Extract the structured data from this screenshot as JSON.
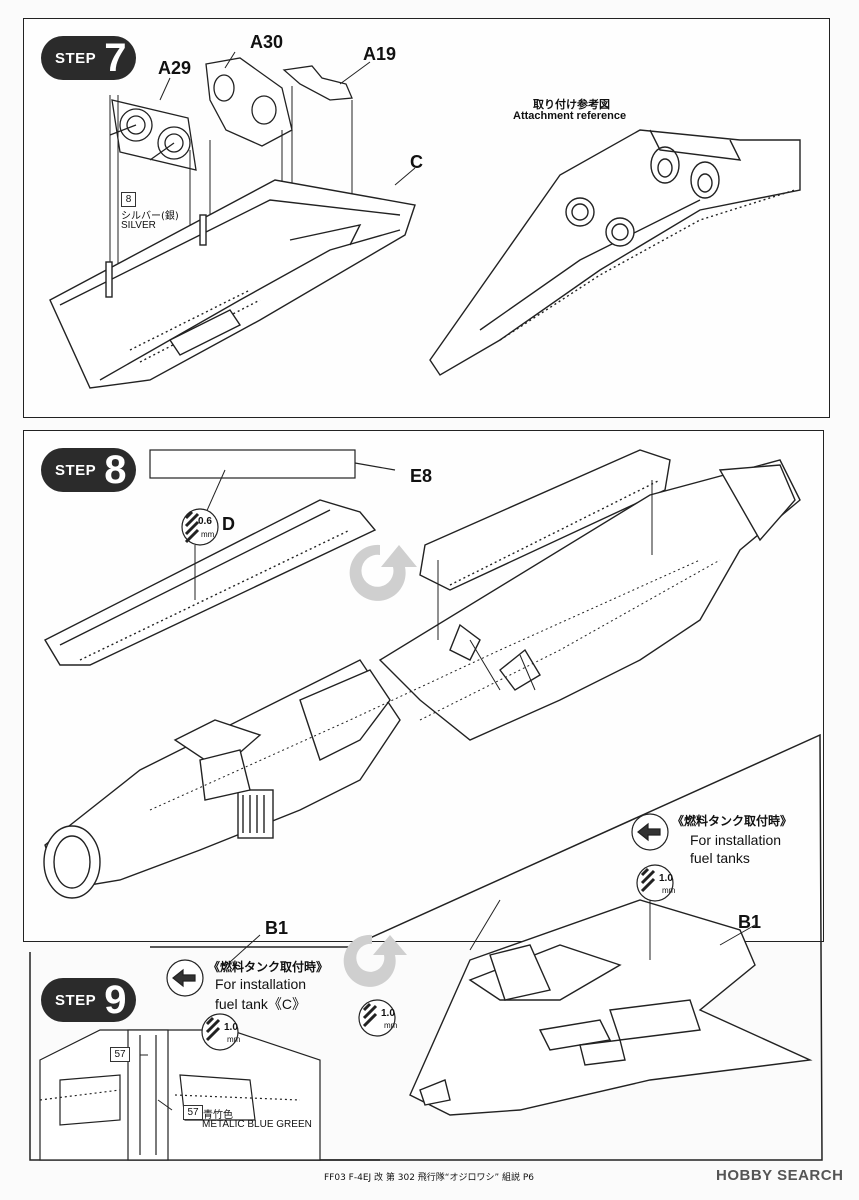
{
  "footer": {
    "caption": "FF03 F-4EJ 改 第 302 飛行隊“オジロワシ” 組説 P6"
  },
  "watermark": {
    "text": "HOBBY SEARCH"
  },
  "step7": {
    "label": "STEP",
    "number": "7",
    "parts": {
      "a30": "A30",
      "a29": "A29",
      "a19": "A19",
      "c": "C"
    },
    "paint_number": "8",
    "paint_jp": "シルバー(銀)",
    "paint_en": "SILVER",
    "reference_jp": "取り付け参考図",
    "reference_en": "Attachment reference"
  },
  "step8": {
    "label": "STEP",
    "number": "8",
    "parts": {
      "e8": "E8",
      "d": "D"
    },
    "drill_size": "0.6",
    "drill_unit": "mm"
  },
  "inset": {
    "note_jp": "《燃料タンク取付時》",
    "note_en_1": "For installation",
    "note_en_2": "fuel tanks",
    "drill_size": "1.0",
    "drill_unit": "mm",
    "part": "B1"
  },
  "step9": {
    "label": "STEP",
    "number": "9",
    "part": "B1",
    "note_jp": "《燃料タンク取付時》",
    "note_en_1": "For installation",
    "note_en_2": "fuel tank《C》",
    "drill_size": "1.0",
    "drill_unit": "mm",
    "paint_number": "57",
    "paint_jp": "青竹色",
    "paint_en": "METALIC BLUE GREEN",
    "drill2_size": "1.0",
    "drill2_unit": "mm"
  }
}
